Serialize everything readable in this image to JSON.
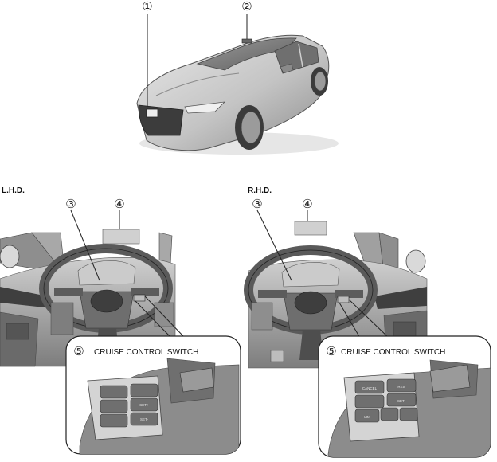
{
  "callouts": {
    "c1": "①",
    "c2": "②",
    "c3_lhd": "③",
    "c4_lhd": "④",
    "c3_rhd": "③",
    "c4_rhd": "④",
    "c5_lhd": "⑤",
    "c5_rhd": "⑤"
  },
  "sections": {
    "lhd_label": "L.H.D.",
    "rhd_label": "R.H.D."
  },
  "insets": {
    "lhd_title": "CRUISE CONTROL SWITCH",
    "rhd_title": "CRUISE CONTROL SWITCH"
  },
  "switch_labels": {
    "cancel": "CANCEL",
    "res": "RES",
    "set_minus": "SET-",
    "set_plus": "SET+",
    "lim": "LIM"
  },
  "colors": {
    "line": "#222222",
    "body_light": "#d9d9d9",
    "body_mid": "#b3b3b3",
    "body_dark": "#7a7a7a",
    "interior_dark": "#4a4a4a",
    "box_fill": "#cfcfcf"
  }
}
